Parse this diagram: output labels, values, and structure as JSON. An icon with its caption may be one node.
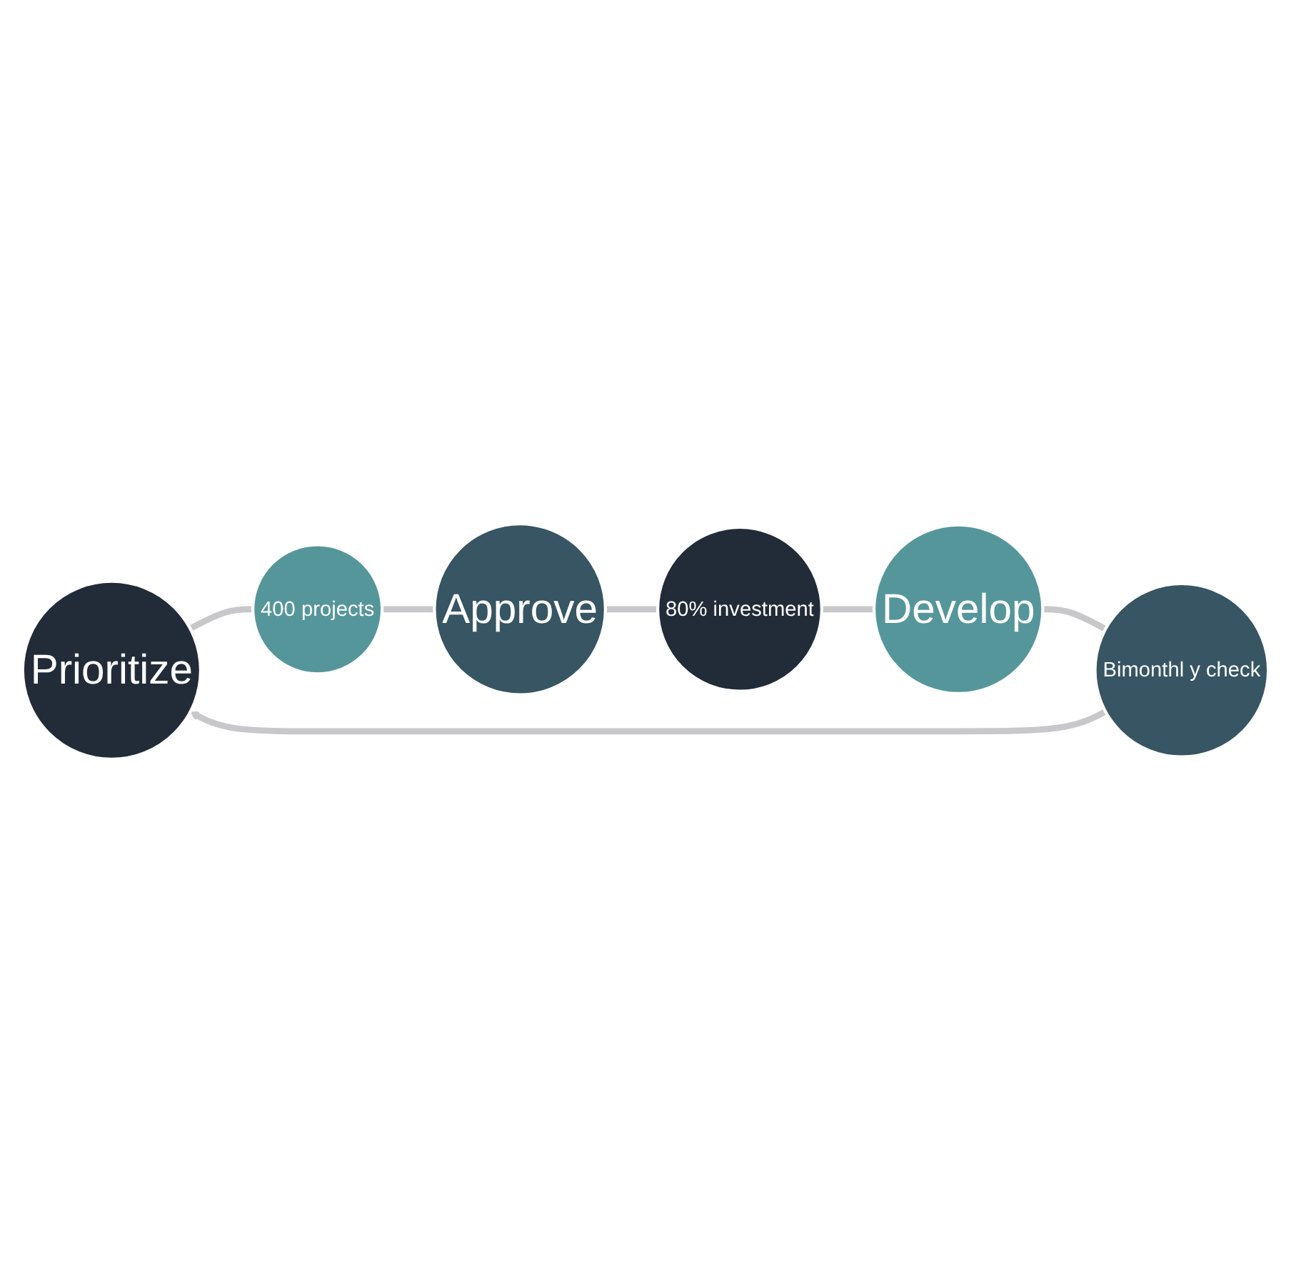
{
  "diagram": {
    "nodes": [
      {
        "text": [
          "Prioritize"
        ]
      },
      {
        "text": [
          "400 projects"
        ]
      },
      {
        "text": [
          "Approve"
        ]
      },
      {
        "text": [
          "80% investment"
        ]
      },
      {
        "text": [
          "Develop"
        ]
      },
      {
        "text": [
          "Bimonthl y check"
        ]
      }
    ],
    "edges": [
      {
        "from": 0,
        "to": 1,
        "arrow": "none"
      },
      {
        "from": 1,
        "to": 2,
        "arrow": "none"
      },
      {
        "from": 2,
        "to": 3,
        "arrow": "none"
      },
      {
        "from": 3,
        "to": 4,
        "arrow": "none"
      },
      {
        "from": 4,
        "to": 5,
        "arrow": "none"
      },
      {
        "from": 5,
        "to": 0,
        "arrow": "to"
      }
    ]
  }
}
